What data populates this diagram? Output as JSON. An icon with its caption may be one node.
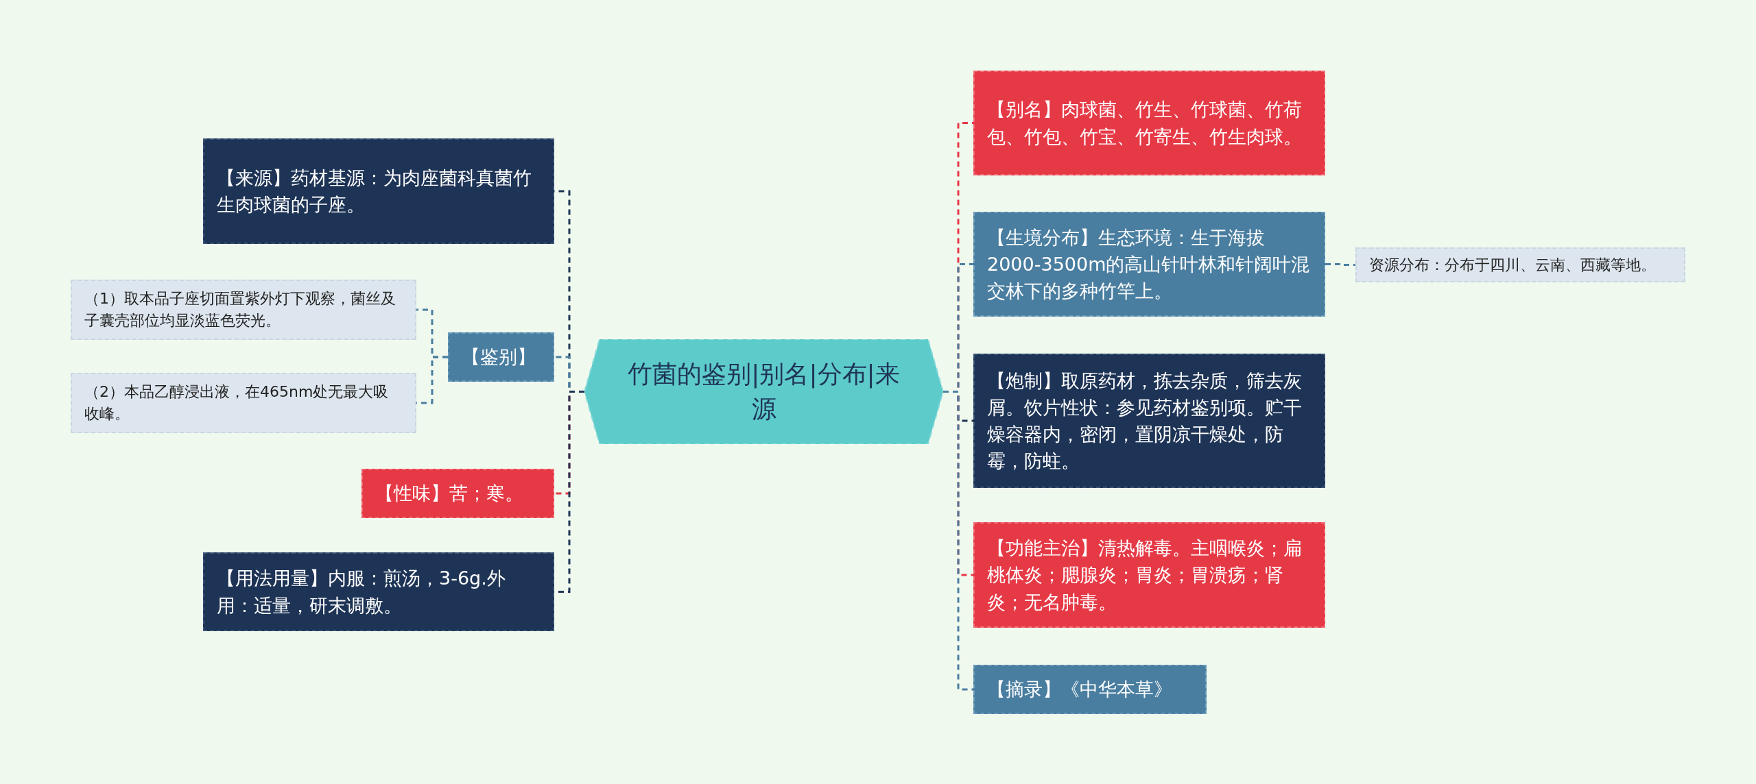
{
  "diagram": {
    "nodes": [
      {
        "text": [
          "竹菌的鉴别|别名|分布|来源"
        ]
      },
      {
        "text": [
          "【来源】药材基源：为肉座菌科真菌竹生肉球菌的子座。"
        ]
      },
      {
        "text": [
          "【鉴别】"
        ]
      },
      {
        "text": [
          "（1）取本品子座切面置紫外灯下观察，菌丝及子囊壳部位均显淡蓝色荧光。"
        ]
      },
      {
        "text": [
          "（2）本品乙醇浸出液，在465nm处无最大吸收峰。"
        ]
      },
      {
        "text": [
          "【性味】苦；寒。"
        ]
      },
      {
        "text": [
          "【用法用量】内服：煎汤，3-6g.外用：适量，研末调敷。"
        ]
      },
      {
        "text": [
          "【别名】肉球菌、竹生、竹球菌、竹荷包、竹包、竹宝、竹寄生、竹生肉球。"
        ]
      },
      {
        "text": [
          "【生境分布】生态环境：生于海拔2000-3500m的高山针叶林和针阔叶混交林下的多种竹竿上。"
        ]
      },
      {
        "text": [
          "资源分布：分布于四川、云南、西藏等地。"
        ]
      },
      {
        "text": [
          "【炮制】取原药材，拣去杂质，筛去灰屑。饮片性状：参见药材鉴别项。贮干燥容器内，密闭，置阴凉干燥处，防霉，防蛀。"
        ]
      },
      {
        "text": [
          "【功能主治】清热解毒。主咽喉炎；扁桃体炎；腮腺炎；胃炎；胃溃疡；肾炎；无名肿毒。"
        ]
      },
      {
        "text": [
          "【摘录】《中华本草》"
        ]
      }
    ],
    "edges": [
      {
        "from": 0,
        "to": 1,
        "arrow": "none",
        "style": "dashed",
        "color": "#1e3456"
      },
      {
        "from": 0,
        "to": 2,
        "arrow": "none",
        "style": "dashed"
      },
      {
        "from": 2,
        "to": 3,
        "arrow": "none",
        "style": "dashed"
      },
      {
        "from": 2,
        "to": 4,
        "arrow": "none",
        "style": "dashed"
      },
      {
        "from": 0,
        "to": 5,
        "arrow": "none",
        "style": "dashed",
        "color": "#e63946"
      },
      {
        "from": 0,
        "to": 6,
        "arrow": "none",
        "style": "dashed",
        "color": "#1e3456"
      },
      {
        "from": 0,
        "to": 7,
        "arrow": "none",
        "style": "dashed",
        "color": "#e63946"
      },
      {
        "from": 0,
        "to": 8,
        "arrow": "none",
        "style": "dashed"
      },
      {
        "from": 8,
        "to": 9,
        "arrow": "none",
        "style": "dashed"
      },
      {
        "from": 0,
        "to": 10,
        "arrow": "none",
        "style": "dashed",
        "color": "#1e3456"
      },
      {
        "from": 0,
        "to": 11,
        "arrow": "none",
        "style": "dashed",
        "color": "#e63946"
      },
      {
        "from": 0,
        "to": 12,
        "arrow": "none",
        "style": "dashed"
      }
    ]
  }
}
